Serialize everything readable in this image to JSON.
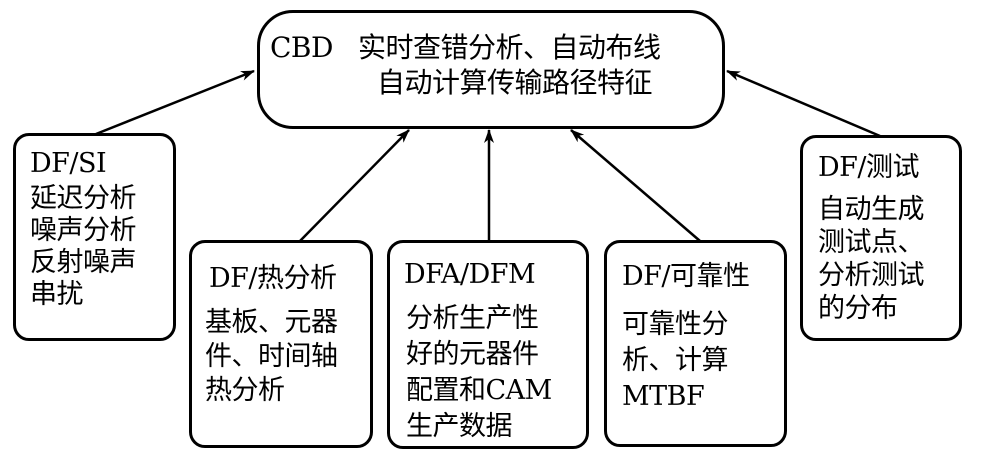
{
  "diagram": {
    "center": {
      "label": "CBD",
      "lines": [
        "实时查错分析、自动布线",
        "自动计算传输路径特征"
      ]
    },
    "nodes": [
      {
        "id": "si",
        "title": "DF/SI",
        "lines": [
          "延迟分析",
          "噪声分析",
          "反射噪声",
          "串扰"
        ]
      },
      {
        "id": "thermal",
        "title": "DF/热分析",
        "lines": [
          "基板、元器",
          "件、时间轴",
          "热分析"
        ]
      },
      {
        "id": "dfa",
        "title": "DFA/DFM",
        "lines": [
          "分析生产性",
          "好的元器件",
          "配置和CAM",
          "生产数据"
        ]
      },
      {
        "id": "reliability",
        "title": "DF/可靠性",
        "lines": [
          "可靠性分",
          "析、计算",
          "MTBF"
        ]
      },
      {
        "id": "test",
        "title": "DF/测试",
        "lines": [
          "自动生成",
          "测试点、",
          "分析测试",
          "的分布"
        ]
      }
    ],
    "edges": [
      {
        "from": "si",
        "to": "center"
      },
      {
        "from": "thermal",
        "to": "center"
      },
      {
        "from": "dfa",
        "to": "center"
      },
      {
        "from": "reliability",
        "to": "center"
      },
      {
        "from": "test",
        "to": "center"
      }
    ]
  }
}
